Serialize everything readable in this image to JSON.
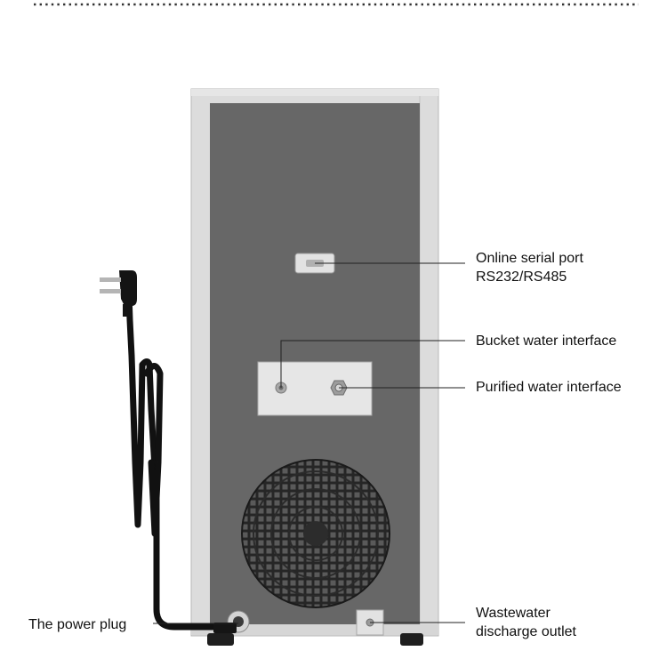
{
  "labels": {
    "serial_port_line1": "Online serial port",
    "serial_port_line2": "RS232/RS485",
    "bucket_water": "Bucket water interface",
    "purified_water": "Purified water interface",
    "wastewater_line1": "Wastewater",
    "wastewater_line2": "discharge outlet",
    "power_plug": "The power plug"
  },
  "icons": {
    "device": "water-purifier-back-panel",
    "fan": "fan-grille-icon",
    "plug": "power-plug-icon",
    "cable": "power-cable"
  },
  "colors": {
    "panel": "#676767",
    "frame": "#dcdcdc",
    "fan": "#2a2a2a",
    "cable": "#111111",
    "leader_line": "#222222",
    "dotted_rule": "#333333"
  }
}
